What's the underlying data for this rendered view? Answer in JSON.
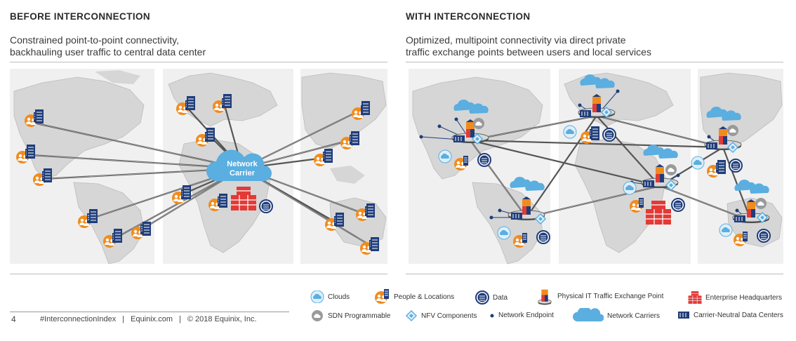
{
  "left": {
    "title": "BEFORE INTERCONNECTION",
    "subtitle_line1": "Constrained point-to-point connectivity,",
    "subtitle_line2": "backhauling user traffic to central data center",
    "cloud_label_line1": "Network",
    "cloud_label_line2": "Carrier"
  },
  "right": {
    "title": "WITH INTERCONNECTION",
    "subtitle_line1": "Optimized, multipoint connectivity via direct private",
    "subtitle_line2": "traffic exchange points between users and local services"
  },
  "legend": {
    "clouds": "Clouds",
    "people": "People & Locations",
    "data": "Data",
    "exchange": "Physical IT Traffic Exchange Point",
    "hq": "Enterprise Headquarters",
    "sdn": "SDN Programmable",
    "nfv": "NFV Components",
    "endpoint": "Network Endpoint",
    "carriers": "Network Carriers",
    "datacenters": "Carrier-Neutral Data Centers"
  },
  "footer": {
    "page": "4",
    "hashtag": "#InterconnectionIndex",
    "site": "Equinix.com",
    "copyright": "© 2018 Equinix, Inc."
  },
  "colors": {
    "navy": "#1f3d7a",
    "orange": "#f08c1e",
    "red": "#e23a36",
    "cloud_blue": "#5aaee0",
    "map_bg": "#f0f0f0",
    "land": "#d6d6d6",
    "line": "#555555"
  }
}
